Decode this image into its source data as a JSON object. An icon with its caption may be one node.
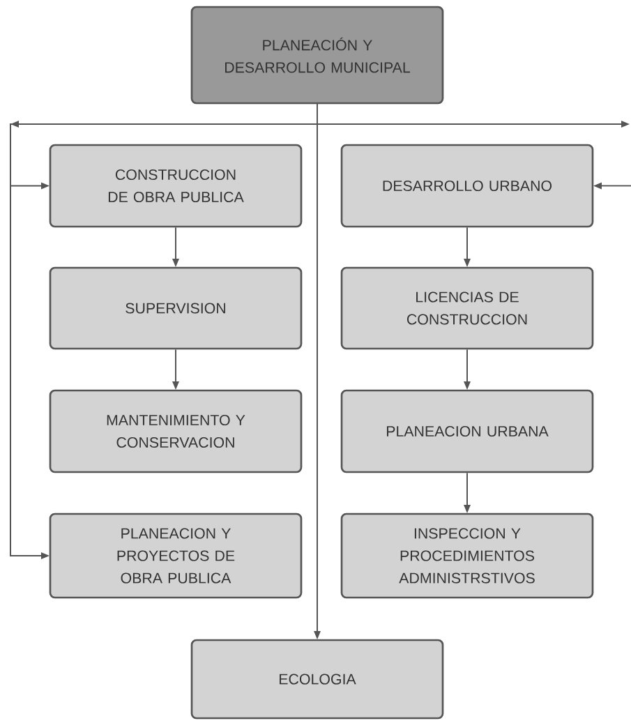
{
  "diagram": {
    "nodes": [
      {
        "text": [
          "PLANEACIÓN Y DESARROLLO MUNICIPAL"
        ]
      },
      {
        "text": [
          "CONSTRUCCION DE OBRA PUBLICA"
        ]
      },
      {
        "text": [
          "DESARROLLO URBANO"
        ]
      },
      {
        "text": [
          "SUPERVISION"
        ]
      },
      {
        "text": [
          "LICENCIAS DE CONSTRUCCION"
        ]
      },
      {
        "text": [
          "MANTENIMIENTO Y CONSERVACION"
        ]
      },
      {
        "text": [
          "PLANEACION URBANA"
        ]
      },
      {
        "text": [
          "PLANEACION Y PROYECTOS DE OBRA PUBLICA"
        ]
      },
      {
        "text": [
          "INSPECCION Y PROCEDIMIENTOS ADMINISTRSTIVOS"
        ]
      },
      {
        "text": [
          "ECOLOGIA"
        ]
      }
    ],
    "edges": [
      {
        "from": 0,
        "to": 1,
        "arrow": "to"
      },
      {
        "from": 0,
        "to": 7,
        "arrow": "to"
      },
      {
        "from": 0,
        "to": null,
        "arrow": "to"
      },
      {
        "from": null,
        "to": 2,
        "arrow": "to"
      },
      {
        "from": 0,
        "to": 9,
        "arrow": "to"
      },
      {
        "from": 1,
        "to": 3,
        "arrow": "to"
      },
      {
        "from": 3,
        "to": 5,
        "arrow": "to"
      },
      {
        "from": 2,
        "to": 4,
        "arrow": "to"
      },
      {
        "from": 4,
        "to": 6,
        "arrow": "to"
      },
      {
        "from": 6,
        "to": 8,
        "arrow": "to"
      }
    ]
  }
}
